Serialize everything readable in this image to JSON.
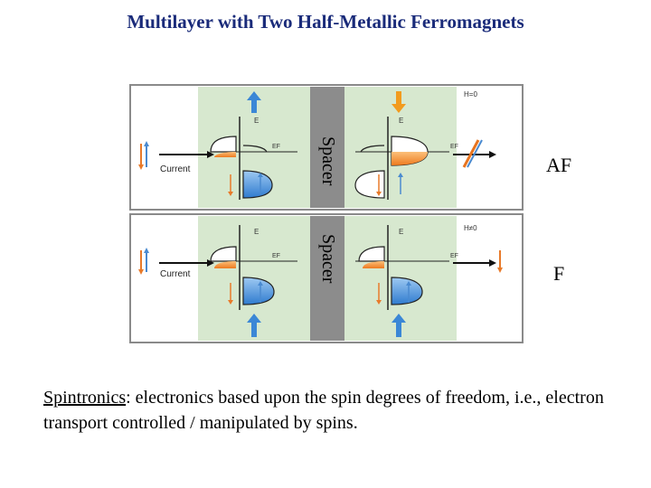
{
  "title": "Multilayer with Two Half-Metallic Ferromagnets",
  "panels": [
    {
      "field": "H=0",
      "spacer": "Spacer",
      "energy_left": "E",
      "energy_right": "E",
      "fermi_left": "EF",
      "fermi_right": "EF",
      "current": "Current",
      "side_label": "AF"
    },
    {
      "field": "H≠0",
      "spacer": "Spacer",
      "energy_left": "E",
      "energy_right": "E",
      "fermi_left": "EF",
      "fermi_right": "EF",
      "current": "Current",
      "side_label": "F"
    }
  ],
  "caption": {
    "term": "Spintronics",
    "text": ": electronics based upon the spin degrees of freedom, i.e., electron transport controlled / manipulated by spins."
  },
  "colors": {
    "title": "#1a2b7a",
    "layer_green": "#d7e8cf",
    "spacer_gray": "#8c8c8c",
    "magnet_blue": "#3b87d6",
    "magnet_orange": "#f29b1e",
    "dos_blue": "#5fa0e0",
    "dos_orange": "#f28a2e"
  },
  "icons": [
    "arrow-up-icon",
    "arrow-down-icon",
    "blocked-current-icon"
  ]
}
